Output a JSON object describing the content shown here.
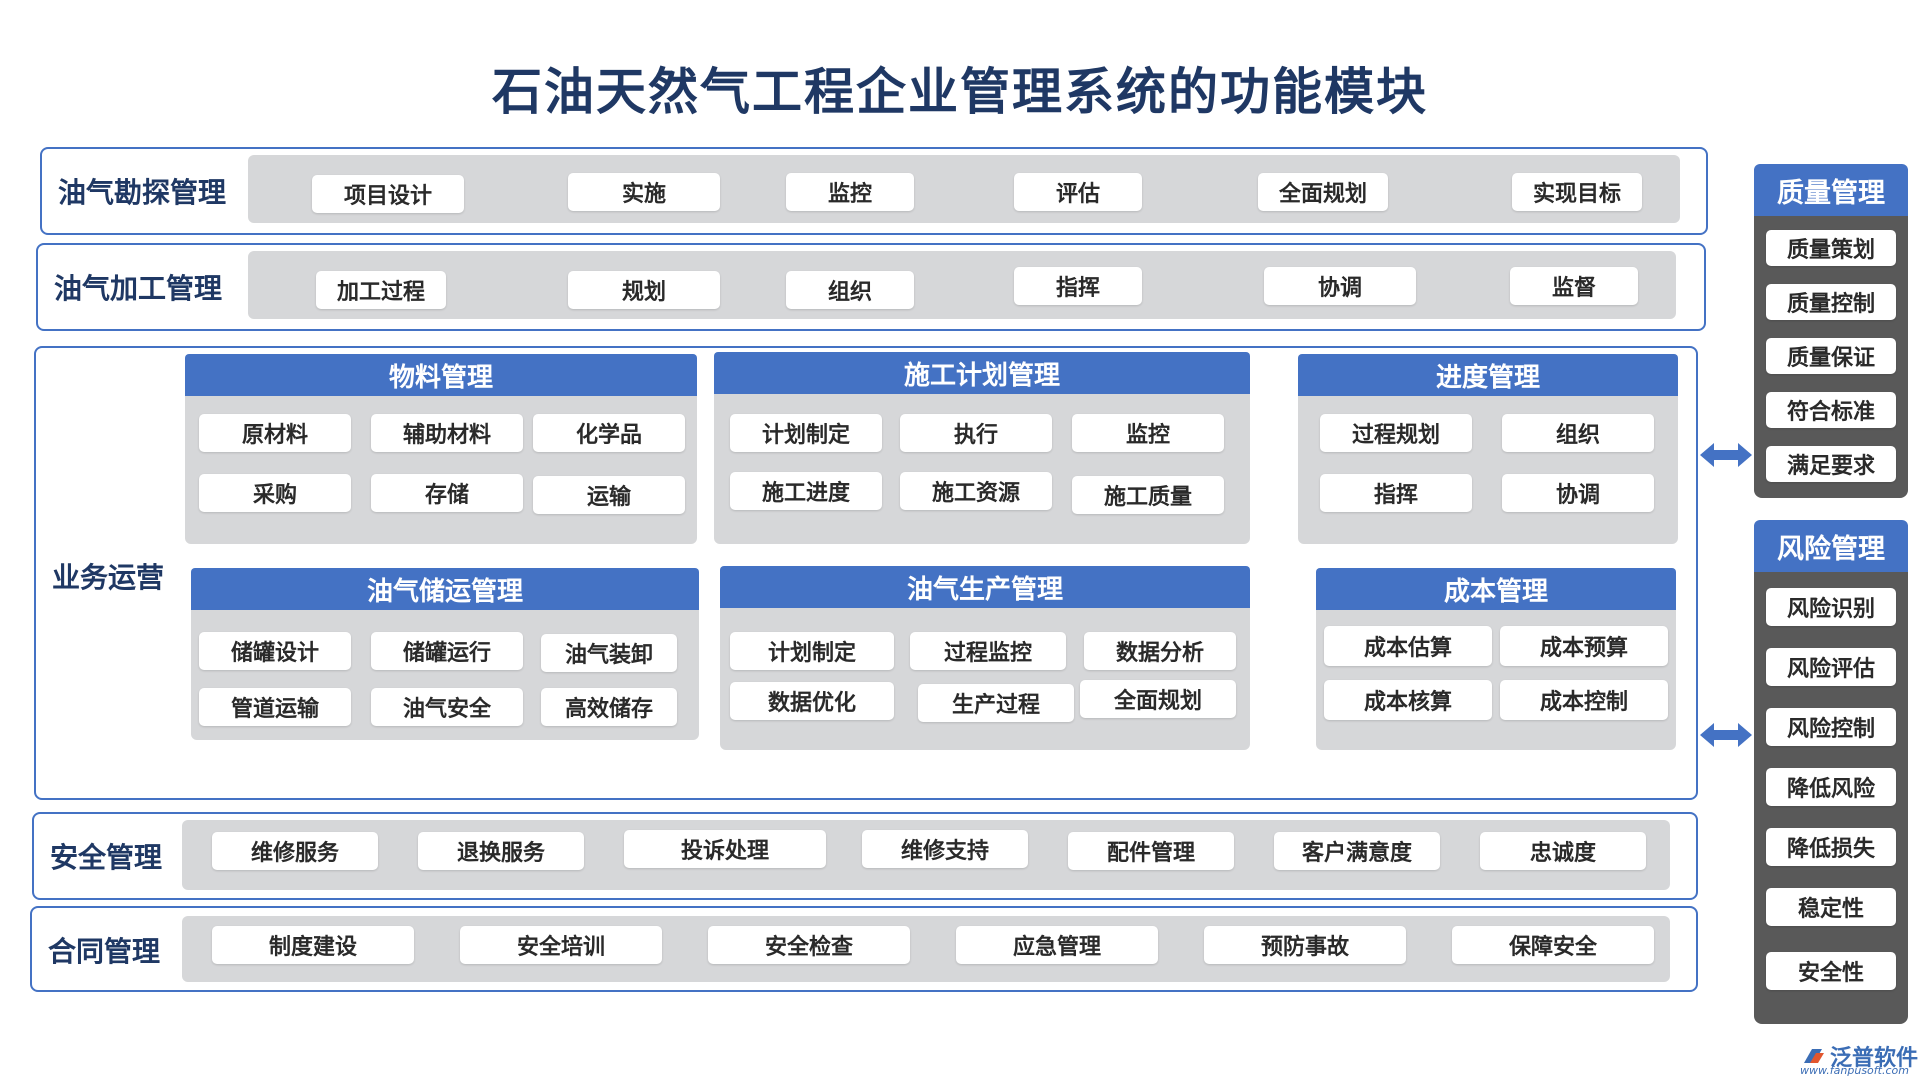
{
  "title": "石油天然气工程企业管理系统的功能模块",
  "rows": [
    {
      "label": "油气勘探管理",
      "items": [
        "项目设计",
        "实施",
        "监控",
        "评估",
        "全面规划",
        "实现目标"
      ]
    },
    {
      "label": "油气加工管理",
      "items": [
        "加工过程",
        "规划",
        "组织",
        "指挥",
        "协调",
        "监督"
      ]
    }
  ],
  "business": {
    "label": "业务运营",
    "modules": [
      {
        "title": "物料管理",
        "items": [
          "原材料",
          "辅助材料",
          "化学品",
          "采购",
          "存储",
          "运输"
        ]
      },
      {
        "title": "施工计划管理",
        "items": [
          "计划制定",
          "执行",
          "监控",
          "施工进度",
          "施工资源",
          "施工质量"
        ]
      },
      {
        "title": "进度管理",
        "items": [
          "过程规划",
          "组织",
          "指挥",
          "协调"
        ]
      },
      {
        "title": "油气储运管理",
        "items": [
          "储罐设计",
          "储罐运行",
          "油气装卸",
          "管道运输",
          "油气安全",
          "高效储存"
        ]
      },
      {
        "title": "油气生产管理",
        "items": [
          "计划制定",
          "过程监控",
          "数据分析",
          "数据优化",
          "生产过程",
          "全面规划"
        ]
      },
      {
        "title": "成本管理",
        "items": [
          "成本估算",
          "成本预算",
          "成本核算",
          "成本控制"
        ]
      }
    ]
  },
  "bottom_rows": [
    {
      "label": "安全管理",
      "items": [
        "维修服务",
        "退换服务",
        "投诉处理",
        "维修支持",
        "配件管理",
        "客户满意度",
        "忠诚度"
      ]
    },
    {
      "label": "合同管理",
      "items": [
        "制度建设",
        "安全培训",
        "安全检查",
        "应急管理",
        "预防事故",
        "保障安全"
      ]
    }
  ],
  "side_panels": [
    {
      "title": "质量管理",
      "items": [
        "质量策划",
        "质量控制",
        "质量保证",
        "符合标准",
        "满足要求"
      ]
    },
    {
      "title": "风险管理",
      "items": [
        "风险识别",
        "风险评估",
        "风险控制",
        "降低风险",
        "降低损失",
        "稳定性",
        "安全性"
      ]
    }
  ],
  "logo": {
    "name": "泛普软件",
    "url": "www.fanpusoft.com"
  },
  "colors": {
    "accent": "#4472c4",
    "title": "#1f3864",
    "panel_gray": "#d6d7d9",
    "side_dark": "#595959"
  }
}
